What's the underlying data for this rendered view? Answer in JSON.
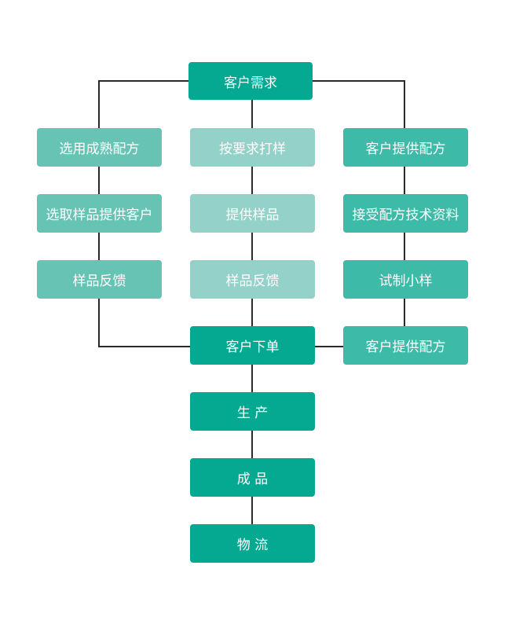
{
  "diagram": {
    "nodes": {
      "customer_demand": "客户需求",
      "left_1": "选用成熟配方",
      "left_2": "选取样品提供客户",
      "left_3": "样品反馈",
      "middle_1": "按要求打样",
      "middle_2": "提供样品",
      "middle_3": "样品反馈",
      "right_1": "客户提供配方",
      "right_2": "接受配方技术资料",
      "right_3": "试制小样",
      "right_4": "客户提供配方",
      "customer_order": "客户下单",
      "production": "生 产",
      "finished_product": "成 品",
      "logistics": "物 流"
    },
    "colors": {
      "primary": "#05a890",
      "secondary": "#3dbaa8",
      "soft": "#67c4b5",
      "light": "#94d1c8",
      "connector": "#2a2a2a"
    }
  }
}
